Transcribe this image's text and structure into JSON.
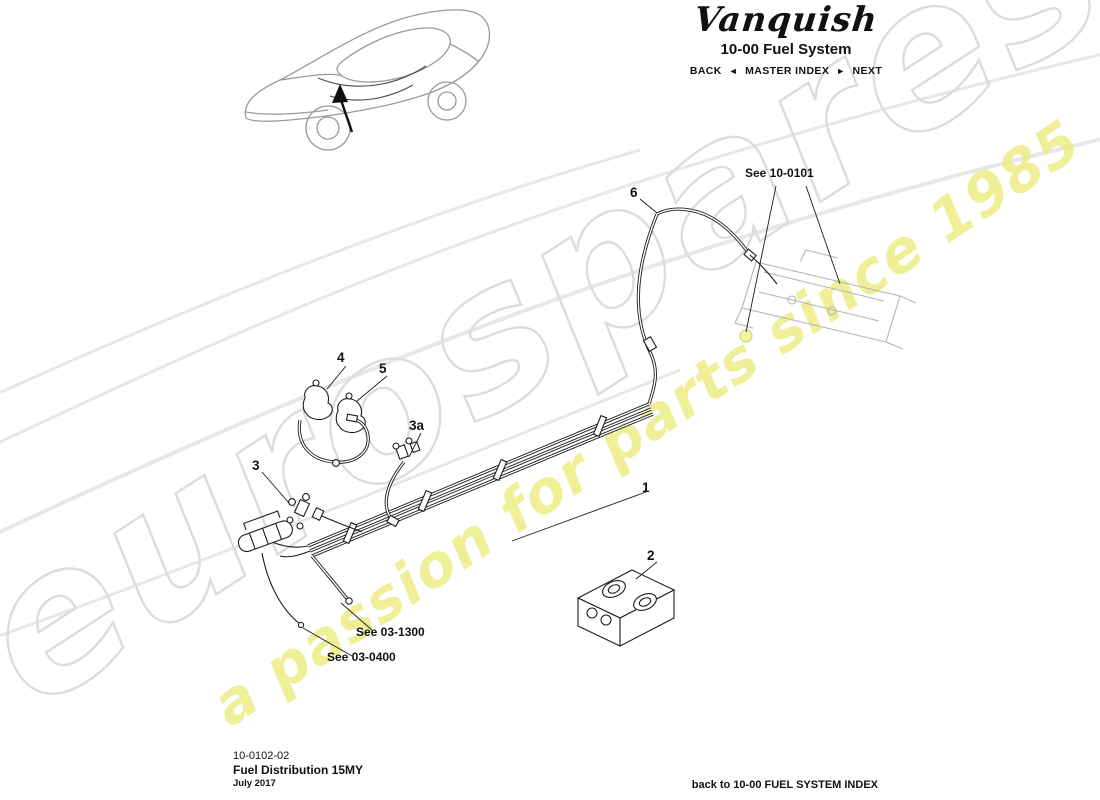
{
  "header": {
    "logo_text": "Vanquish",
    "section_title": "10-00 Fuel System",
    "nav": {
      "back": "BACK",
      "prev_arrow": "◄",
      "master_index": "MASTER INDEX",
      "next_arrow": "►",
      "next": "NEXT"
    }
  },
  "watermark": {
    "brand": "eurospares",
    "tagline": "a passion for parts since 1985",
    "brand_color": "#dcdcdc",
    "tagline_color": "#ebeb7d"
  },
  "diagram": {
    "callouts": {
      "item1": "1",
      "item2": "2",
      "item3": "3",
      "item3a": "3a",
      "item4": "4",
      "item5": "5",
      "item6": "6"
    },
    "references": {
      "tank": "See 10-0101",
      "ref_03_1300": "See 03-1300",
      "ref_03_0400": "See 03-0400"
    }
  },
  "footer": {
    "doc_number": "10-0102-02",
    "doc_title": "Fuel Distribution 15MY",
    "doc_date": "July 2017",
    "index_link": "back to 10-00 FUEL SYSTEM INDEX"
  }
}
